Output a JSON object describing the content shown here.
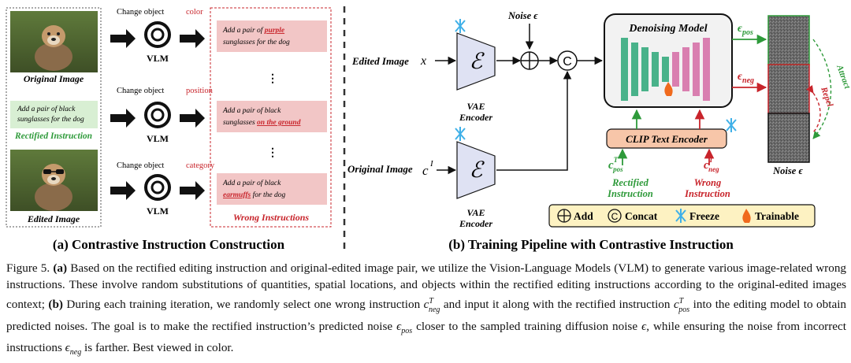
{
  "panel_a": {
    "original_image_label": "Original Image",
    "rectified_text": "Add a pair of black sunglasses for the dog",
    "rectified_label": "Rectified Instruction",
    "edited_image_label": "Edited Image",
    "vlm_label": "VLM",
    "rows": [
      {
        "prefix": "Change object ",
        "keyword": "color",
        "text_before": "Add a pair of ",
        "highlight": "purple",
        "text_after": " sunglasses for the dog"
      },
      {
        "prefix": "Change object ",
        "keyword": "position",
        "text_before": "Add a pair of black sunglasses ",
        "highlight": "on the ground",
        "text_after": ""
      },
      {
        "prefix": "Change object ",
        "keyword": "category",
        "text_before": "Add a pair of black ",
        "highlight": "earmuffs",
        "text_after": " for the dog"
      }
    ],
    "wrong_label": "Wrong Instructions",
    "ellipsis": "⋮",
    "title": "(a) Contrastive Instruction Construction"
  },
  "panel_b": {
    "edited_image_label": "Edited Image",
    "edited_var": "x",
    "original_image_label": "Original Image",
    "original_var": "c",
    "original_sup": "I",
    "encoder_symbol": "ℰ",
    "vae_label_1": "VAE",
    "vae_label_2": "Encoder",
    "noise_label": "Noise ϵ",
    "denoise_title": "Denoising Model",
    "clip_label": "CLIP Text Encoder",
    "eps_pos": "ϵ",
    "eps_pos_sub": "pos",
    "eps_neg": "ϵ",
    "eps_neg_sub": "neg",
    "c_pos": "c",
    "c_pos_sup": "T",
    "c_pos_sub": "pos",
    "c_neg": "c",
    "c_neg_sup": "T",
    "c_neg_sub": "neg",
    "rectified_label_1": "Rectified",
    "rectified_label_2": "Instruction",
    "wrong_label_1": "Wrong",
    "wrong_label_2": "Instruction",
    "noise_out_label": "Noise ϵ",
    "attract": "Attract",
    "repel": "Repel",
    "legend": {
      "add": "Add",
      "concat": "Concat",
      "freeze": "Freeze",
      "trainable": "Trainable"
    },
    "title": "(b) Training Pipeline with Contrastive Instruction"
  },
  "caption": {
    "fig": "Figure 5.",
    "a_tag": "(a)",
    "a_text": " Based on the rectified editing instruction and original-edited image pair, we utilize the Vision-Language Models (VLM) to generate various image-related wrong instructions. These involve random substitutions of quantities, spatial locations, and objects within the rectified editing instructions according to the original-edited images context; ",
    "b_tag": "(b)",
    "b_text_1": " During each training iteration, we randomly select one wrong instruction ",
    "b_text_2": " and input it along with the rectified instruction ",
    "b_text_3": " into the editing model to obtain predicted noises. The goal is to make the rectified instruction’s predicted noise ",
    "b_text_4": " closer to the sampled training diffusion noise ",
    "b_text_5": ", while ensuring the noise from incorrect instructions ",
    "b_text_6": " is farther. Best viewed in color.",
    "eps": "ϵ",
    "pos": "pos",
    "neg": "neg",
    "c": "c",
    "T": "T"
  },
  "colors": {
    "green": "#2e9a3a",
    "red": "#c8242b",
    "pink_box": "#f2c6c6",
    "green_box": "#d8efd3",
    "vae_fill": "#dfe2f3",
    "clip_fill": "#f7c6a9",
    "legend_fill": "#fdf2c2",
    "unet_green": "#49b28a",
    "unet_pink": "#d97fb0"
  }
}
